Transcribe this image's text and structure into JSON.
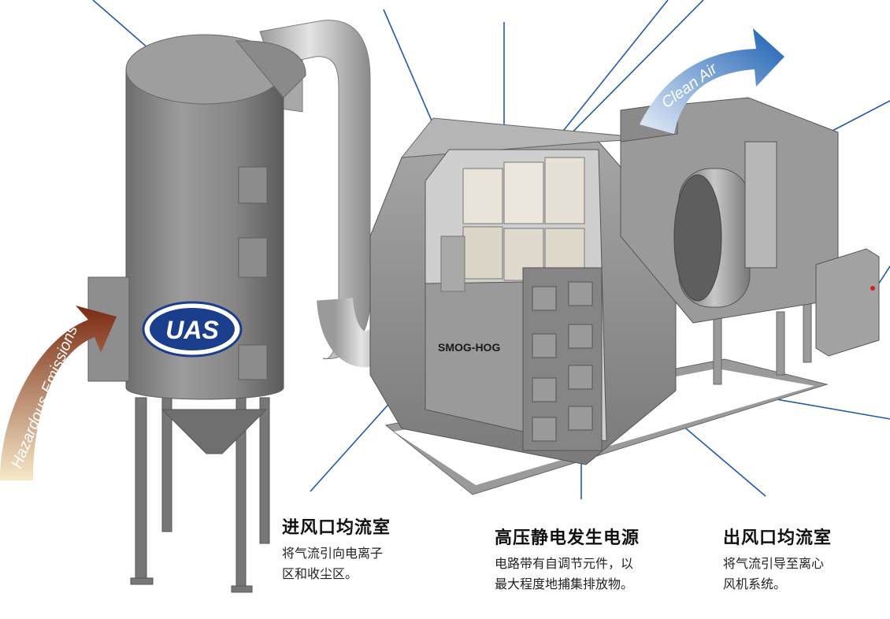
{
  "arrows": {
    "intake_label": "Hazardous Emissions",
    "exhaust_label": "Clean Air"
  },
  "logos": {
    "brand": "UAS",
    "unit": "SMOG-HOG"
  },
  "captions": {
    "inlet": {
      "title": "进风口均流室",
      "desc": "将气流引向电离子\n区和收尘区。"
    },
    "power": {
      "title": "高压静电发生电源",
      "desc": "电路带有自调节元件，以\n最大程度地捕集排放物。"
    },
    "outlet": {
      "title": "出风口均流室",
      "desc": "将气流引导至离心\n风机系统。"
    }
  },
  "colors": {
    "leader_line": "#1f5aa6",
    "intake_arrow_top": "#7a2a12",
    "intake_arrow_bottom": "#f6e8c8",
    "exhaust_arrow_top": "#1a5fb4",
    "exhaust_arrow_bottom": "#e6eef7",
    "housing": "#8d8d8d"
  }
}
